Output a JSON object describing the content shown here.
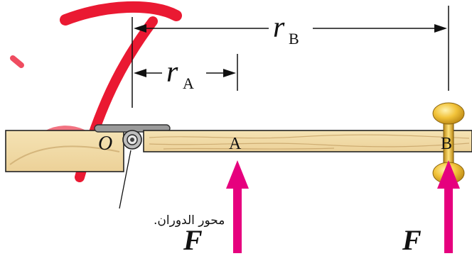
{
  "labels": {
    "pivot": "O",
    "r_b_symbol": "r",
    "r_b_subscript": "B",
    "r_a_symbol": "r",
    "r_a_subscript": "A",
    "point_a": "A",
    "point_b": "B",
    "force_left": "F",
    "force_right": "F",
    "axis_caption": "محور الدوران."
  },
  "colors": {
    "force_arrow": "#e6007e",
    "watermark": "#e8001c",
    "wood": "#f3dda8",
    "wood_grain": "#c9a66b",
    "hinge": "#8c8c8c",
    "handle": "#e7b32c"
  }
}
